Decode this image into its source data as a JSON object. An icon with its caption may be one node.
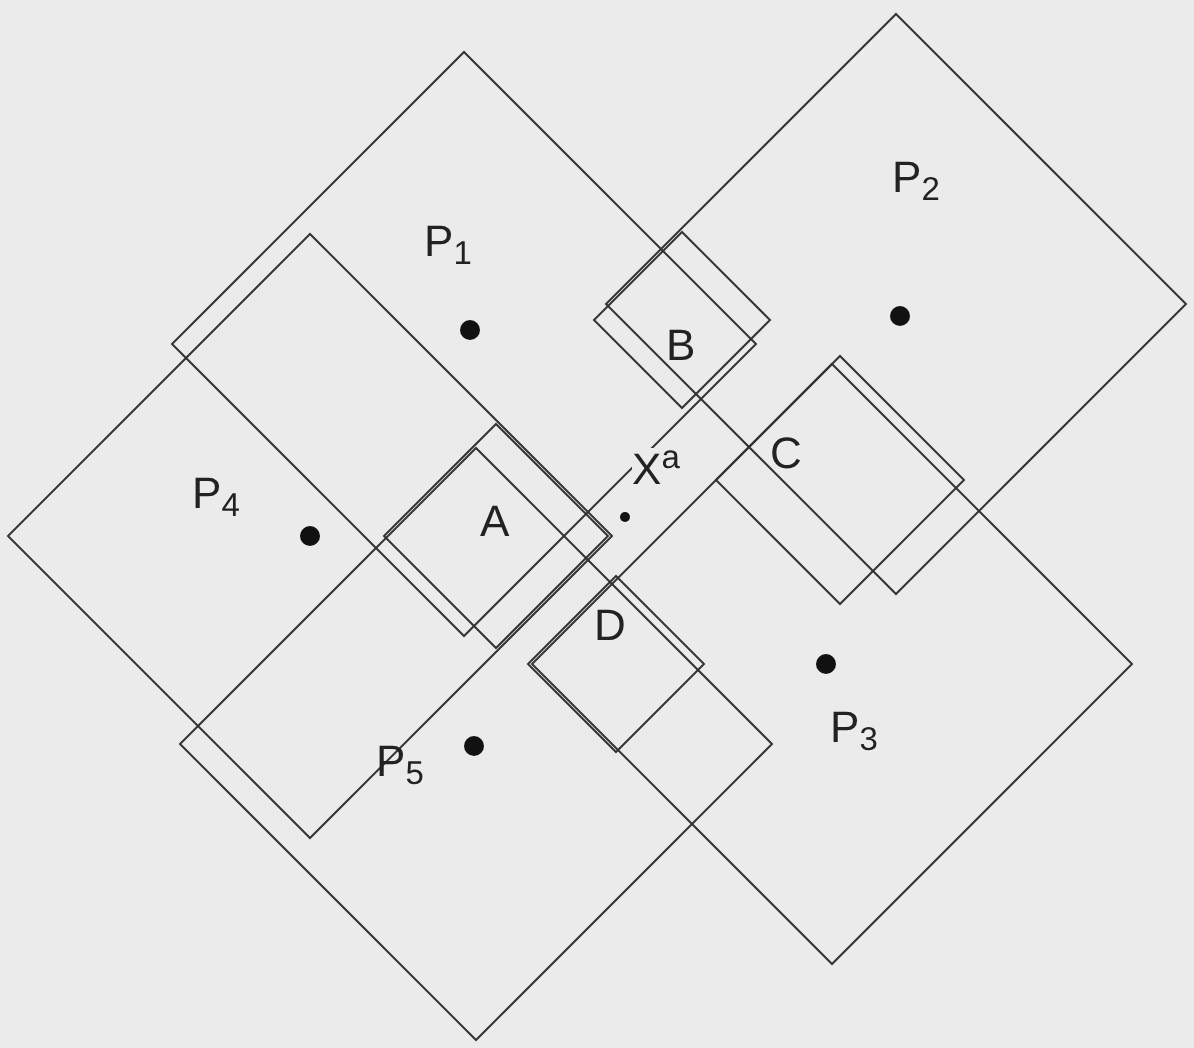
{
  "diagram": {
    "nodes": [
      {
        "text": [
          "P$_{1}$"
        ]
      },
      {
        "text": [
          "P$_{2}$"
        ]
      },
      {
        "text": [
          "P$_{3}$"
        ]
      },
      {
        "text": [
          "P$_{4}$"
        ]
      },
      {
        "text": [
          "P$_{5}$"
        ]
      },
      {
        "text": [
          "A"
        ]
      },
      {
        "text": [
          "B"
        ]
      },
      {
        "text": [
          "C"
        ]
      },
      {
        "text": [
          "D"
        ]
      }
    ],
    "labels": [
      "X$^{a}$"
    ]
  }
}
